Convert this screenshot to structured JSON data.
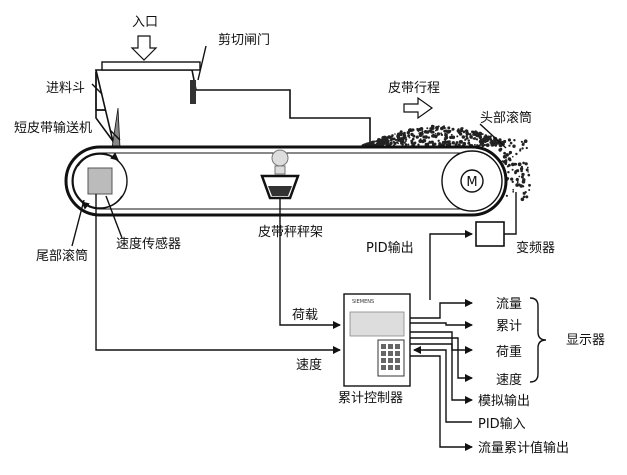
{
  "labels": {
    "inlet": "入口",
    "shear_gate": "剪切闸门",
    "hopper": "进料斗",
    "short_belt_conveyor": "短皮带输送机",
    "belt_travel": "皮带行程",
    "head_pulley": "头部滚筒",
    "tail_pulley": "尾部滚筒",
    "speed_sensor": "速度传感器",
    "scale_frame": "皮带秤秤架",
    "pid_output": "PID输出",
    "inverter": "变频器",
    "load": "荷载",
    "speed": "速度",
    "totalizer": "累计控制器",
    "display": "显示器",
    "flow": "流量",
    "cumulative": "累计",
    "load_out": "荷重",
    "speed_out": "速度",
    "analog_output": "模拟输出",
    "pid_input": "PID输入",
    "flow_total_output": "流量累计值输出",
    "controller_brand": "SIEMENS",
    "motor_symbol": "M"
  }
}
